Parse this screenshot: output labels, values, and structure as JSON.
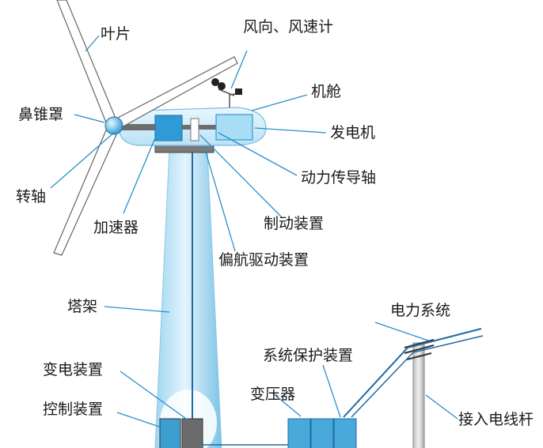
{
  "colors": {
    "leader": "#2a8fc9",
    "component_fill": "#2f9bd6",
    "component_light": "#a9dcf5",
    "tower_light": "#d6eefa",
    "tower_dark": "#8ccbea",
    "blade": "#ffffff",
    "outline": "#555555",
    "cable": "#1f6aa5"
  },
  "icons": [
    "anemometer-icon",
    "wind-vane-icon"
  ],
  "labels": {
    "blade": "叶片",
    "anemometer": "风向、风速计",
    "nacelle": "机舱",
    "nose_cone": "鼻锥罩",
    "generator": "发电机",
    "power_shaft": "动力传导轴",
    "rotor_shaft": "转轴",
    "brake": "制动装置",
    "gearbox": "加速器",
    "yaw_drive": "偏航驱动装置",
    "tower": "塔架",
    "power_grid": "电力系统",
    "protection": "系统保护装置",
    "substation": "变电装置",
    "transformer": "变压器",
    "control": "控制装置",
    "pole": "接入电线杆"
  }
}
